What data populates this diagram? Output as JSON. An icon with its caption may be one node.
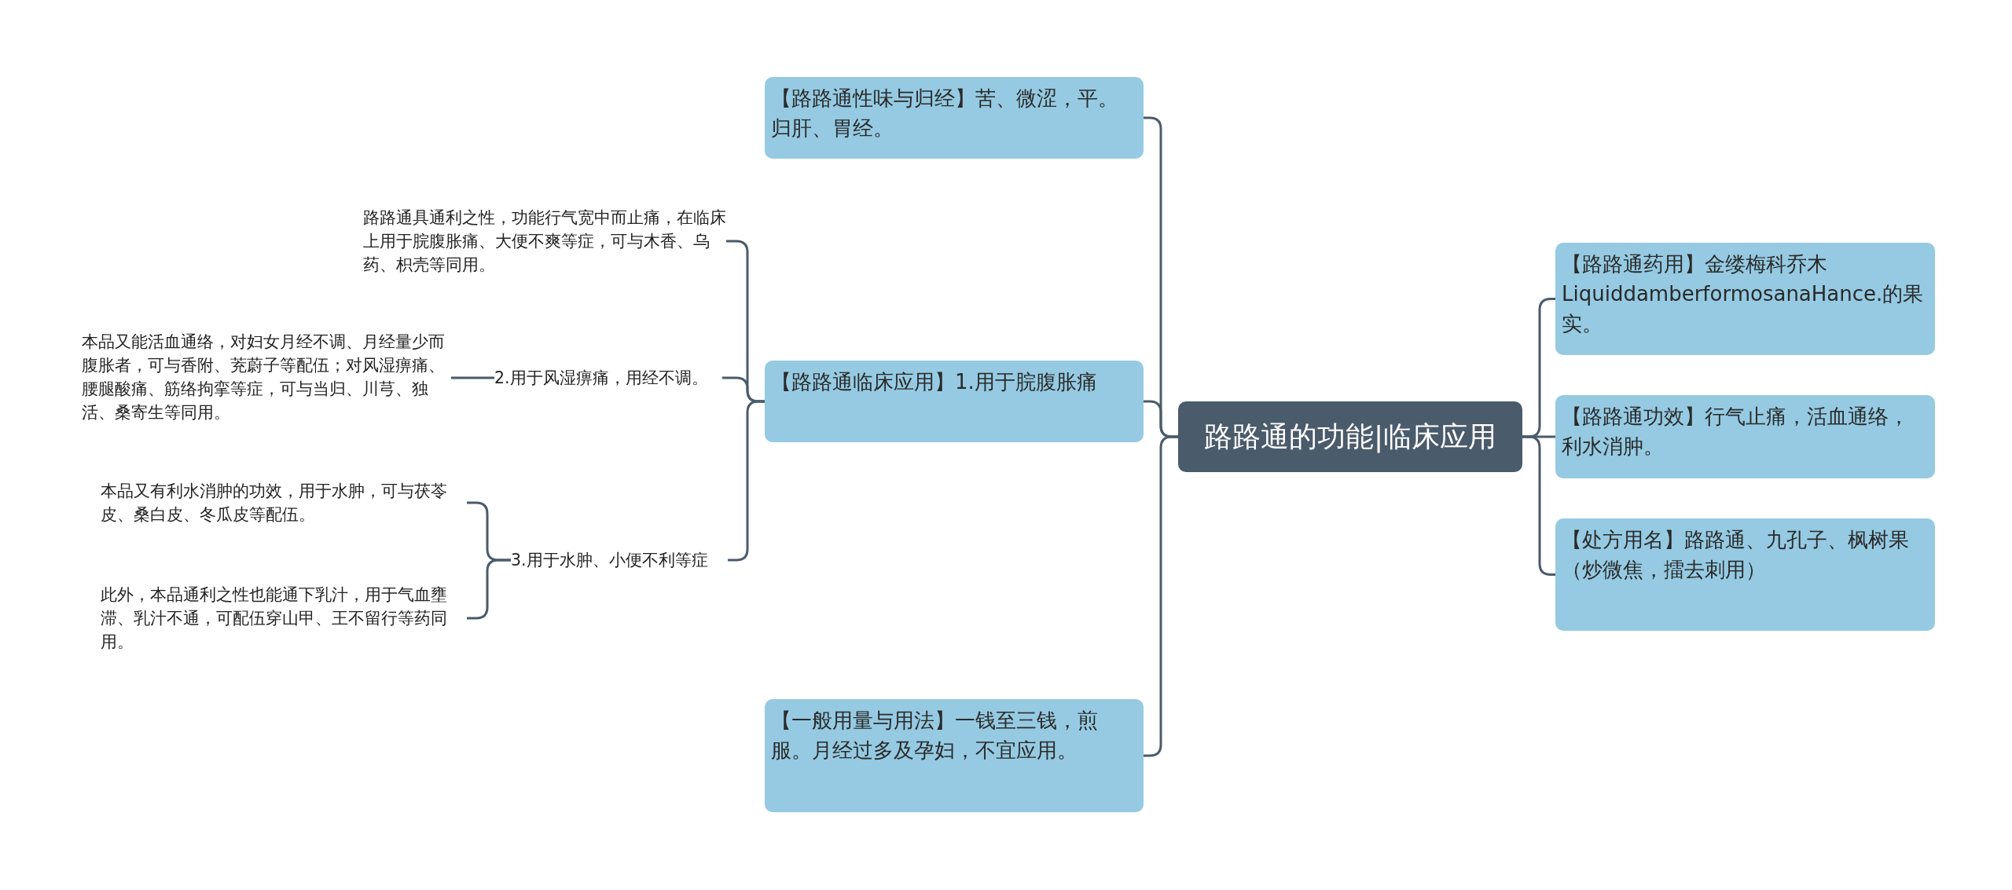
{
  "diagram": {
    "nodes": [
      {
        "text": [
          "路路通的功能|临床应用"
        ]
      },
      {
        "text": [
          "【路路通药用】金缕梅科乔木LiquiddamberformosanaHance.的果实。"
        ]
      },
      {
        "text": [
          "【路路通功效】行气止痛，活血通络，利水消肿。"
        ]
      },
      {
        "text": [
          "【处方用名】路路通、九孔子、枫树果（炒微焦，擂去刺用）"
        ]
      },
      {
        "text": [
          "【路路通性味与归经】苦、微涩，平。归肝、胃经。"
        ]
      },
      {
        "text": [
          "【路路通临床应用】1.用于脘腹胀痛"
        ]
      },
      {
        "text": [
          "【一般用量与用法】一钱至三钱，煎服。月经过多及孕妇，不宜应用。"
        ]
      },
      {
        "text": [
          "路路通具通利之性，功能行气宽中而止痛，在临床上用于脘腹胀痛、大便不爽等症，可与木香、乌药、枳壳等同用。"
        ]
      },
      {
        "text": [
          "2.用于风湿痹痛，用经不调。"
        ]
      },
      {
        "text": [
          "本品又能活血通络，对妇女月经不调、月经量少而腹胀者，可与香附、茺蔚子等配伍；对风湿痹痛、腰腿酸痛、筋络拘挛等症，可与当归、川芎、独活、桑寄生等同用。"
        ]
      },
      {
        "text": [
          "3.用于水肿、小便不利等症"
        ]
      },
      {
        "text": [
          "本品又有利水消肿的功效，用于水肿，可与茯苓皮、桑白皮、冬瓜皮等配伍。"
        ]
      },
      {
        "text": [
          "此外，本品通利之性也能通下乳汁，用于气血壅滞、乳汁不通，可配伍穿山甲、王不留行等药同用。"
        ]
      }
    ],
    "edges": [
      {
        "from": 0,
        "to": 1,
        "arrow": "none"
      },
      {
        "from": 0,
        "to": 2,
        "arrow": "none"
      },
      {
        "from": 0,
        "to": 3,
        "arrow": "none"
      },
      {
        "from": 0,
        "to": 4,
        "arrow": "none"
      },
      {
        "from": 0,
        "to": 5,
        "arrow": "none"
      },
      {
        "from": 0,
        "to": 6,
        "arrow": "none"
      },
      {
        "from": 5,
        "to": 7,
        "arrow": "none"
      },
      {
        "from": 5,
        "to": 8,
        "arrow": "none"
      },
      {
        "from": 5,
        "to": 10,
        "arrow": "none"
      },
      {
        "from": 8,
        "to": 9,
        "arrow": "none"
      },
      {
        "from": 10,
        "to": 11,
        "arrow": "none"
      },
      {
        "from": 10,
        "to": 12,
        "arrow": "none"
      }
    ]
  }
}
